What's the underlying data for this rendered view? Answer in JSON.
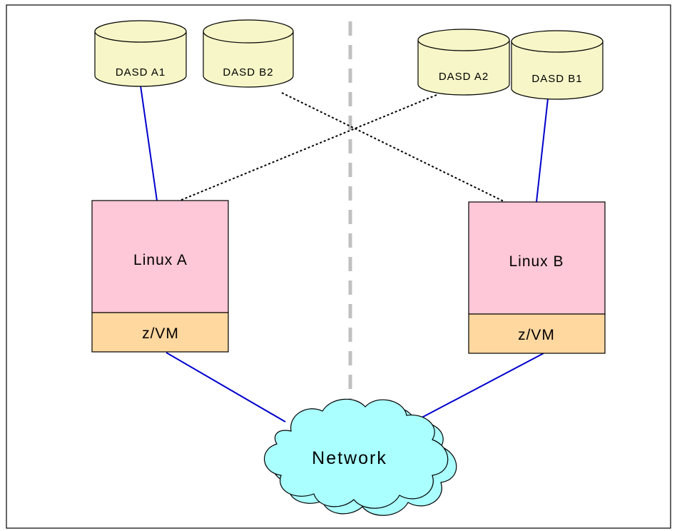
{
  "colors": {
    "border": "#000000",
    "disk_fill": "#f6f6c8",
    "server_fill": "#ffc8d8",
    "vm_fill": "#ffd8a0",
    "cloud_fill": "#aaffff",
    "link_blue": "#0000cc",
    "divider_gray": "#c0c0c0"
  },
  "disks": {
    "a1": "DASD A1",
    "b2": "DASD B2",
    "a2": "DASD A2",
    "b1": "DASD B1"
  },
  "servers": {
    "linux_a": "Linux A",
    "linux_b": "Linux B"
  },
  "hypervisors": {
    "left": "z/VM",
    "right": "z/VM"
  },
  "network": {
    "label": "Network",
    "icon": "cloud-icon"
  }
}
